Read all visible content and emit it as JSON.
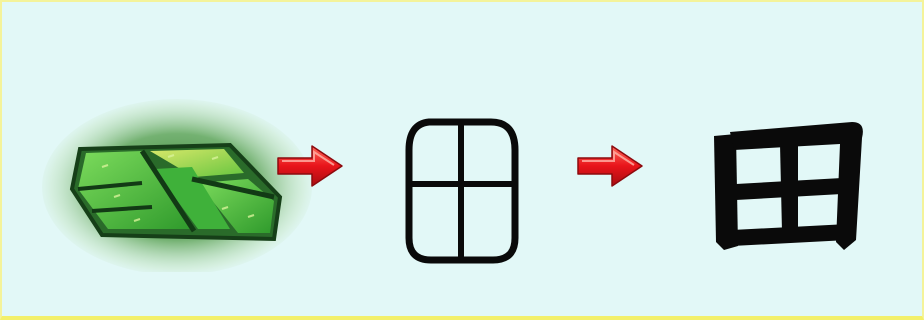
{
  "stages": [
    {
      "name": "rice-field-picture",
      "icon": "rice-field-illustration"
    },
    {
      "name": "oracle-bone-glyph",
      "icon": "oracle-bone-tian-glyph"
    },
    {
      "name": "modern-character",
      "icon": "modern-tian-character"
    }
  ],
  "arrows": [
    {
      "icon": "red-arrow-right-icon"
    },
    {
      "icon": "red-arrow-right-icon"
    }
  ],
  "colors": {
    "background": "#e2f8f7",
    "border": "#f4f39a",
    "arrow_red": "#e8141a",
    "field_green": "#4cc43a",
    "field_dark": "#1f5a24",
    "ink": "#0a0a0a"
  }
}
